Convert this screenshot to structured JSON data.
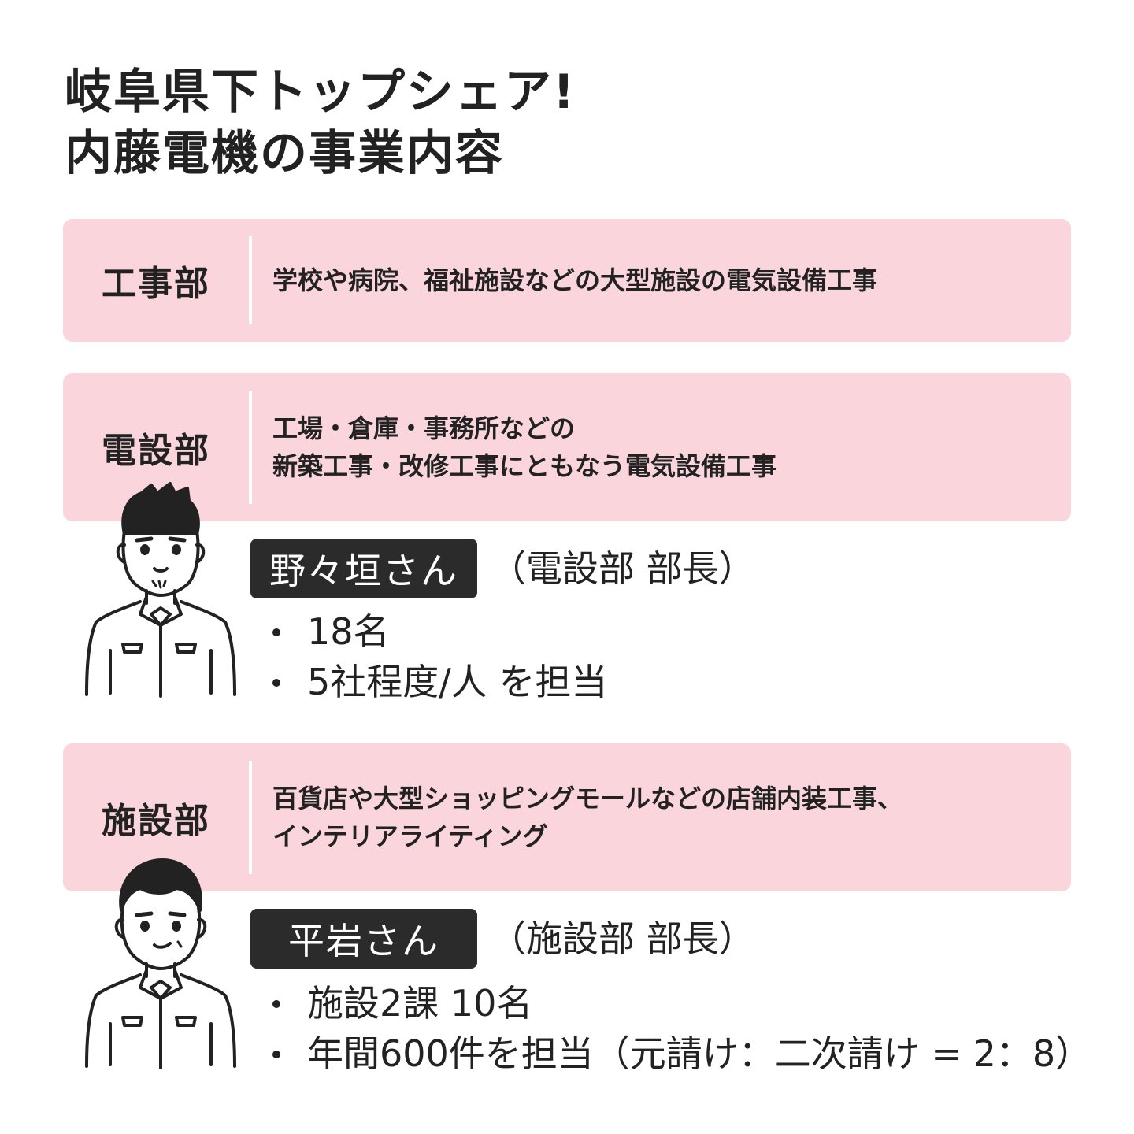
{
  "title": {
    "line1": "岐阜県下トップシェア!",
    "line2": "内藤電機の事業内容"
  },
  "departments": [
    {
      "name": "工事部",
      "description": [
        "学校や病院、福祉施設などの大型施設の電気設備工事"
      ]
    },
    {
      "name": "電設部",
      "description": [
        "工場・倉庫・事務所などの",
        "新築工事・改修工事にともなう電気設備工事"
      ],
      "person": {
        "name": "野々垣さん",
        "role": "（電設部 部長）",
        "facts": [
          "18名",
          "5社程度/人 を担当"
        ],
        "icon": "worker-with-goatee-icon"
      }
    },
    {
      "name": "施設部",
      "description": [
        "百貨店や大型ショッピングモールなどの店舗内装工事、",
        "インテリアライティング"
      ],
      "person": {
        "name": "平岩さん",
        "role": "（施設部 部長）",
        "facts": [
          "施設2課 10名",
          "年間600件を担当（元請け：二次請け = 2：8）"
        ],
        "icon": "worker-icon"
      }
    }
  ],
  "colors": {
    "card_background": "#fbd5dc",
    "name_tag_background": "#2b2b2b",
    "text": "#222222"
  }
}
